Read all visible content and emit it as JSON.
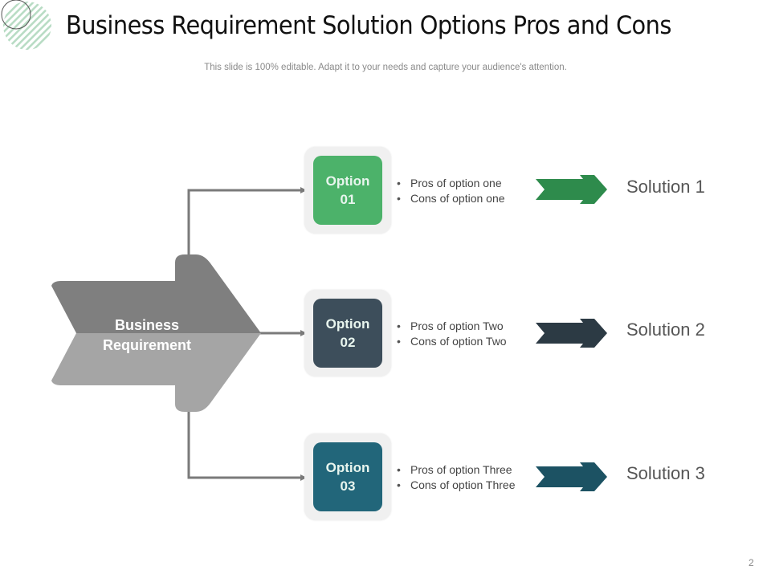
{
  "header": {
    "title": "Business Requirement Solution Options Pros and Cons",
    "subtitle": "This slide is 100% editable. Adapt it to your needs and capture your audience's attention."
  },
  "logo": {
    "icon": "hatched-circle-logo-icon"
  },
  "requirement": {
    "line1": "Business",
    "line2": "Requirement",
    "colors": {
      "top": "#7f7f7f",
      "bottom": "#a5a5a5"
    }
  },
  "options": [
    {
      "label": "Option",
      "number": "01",
      "color": "#4cb26a",
      "pros": "Pros of option one",
      "cons": "Cons of option one",
      "arrow_color": "#2e8b4c",
      "solution": "Solution 1"
    },
    {
      "label": "Option",
      "number": "02",
      "color": "#3d4e5b",
      "pros": "Pros of option Two",
      "cons": "Cons of option Two",
      "arrow_color": "#2c3a44",
      "solution": "Solution 2"
    },
    {
      "label": "Option",
      "number": "03",
      "color": "#22667a",
      "pros": "Pros of option Three",
      "cons": "Cons of option Three",
      "arrow_color": "#1c5263",
      "solution": "Solution 3"
    }
  ],
  "footer": {
    "page_number": "2"
  }
}
